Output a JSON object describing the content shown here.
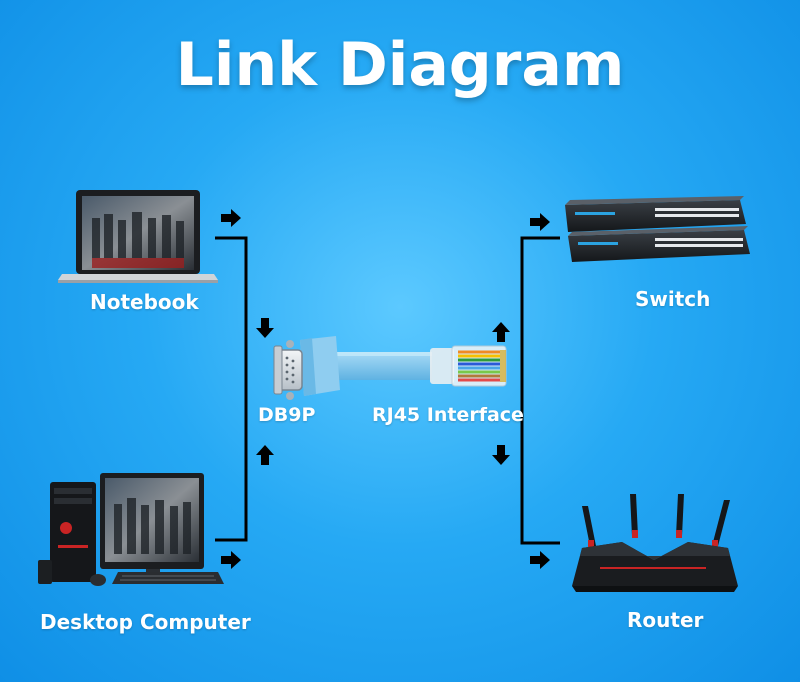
{
  "title": "Link Diagram",
  "labels": {
    "notebook": "Notebook",
    "desktop": "Desktop Computer",
    "switch": "Switch",
    "router": "Router",
    "db9": "DB9P",
    "rj45": "RJ45 Interface"
  },
  "colors": {
    "background": "#26a9f4",
    "text": "#ffffff",
    "line": "#000000",
    "cable": "#7fc4ec"
  },
  "icons": {
    "notebook": "laptop-icon",
    "desktop": "desktop-computer-icon",
    "switch": "network-switch-icon",
    "router": "wifi-router-icon",
    "db9": "db9-connector-icon",
    "rj45": "rj45-connector-icon"
  }
}
